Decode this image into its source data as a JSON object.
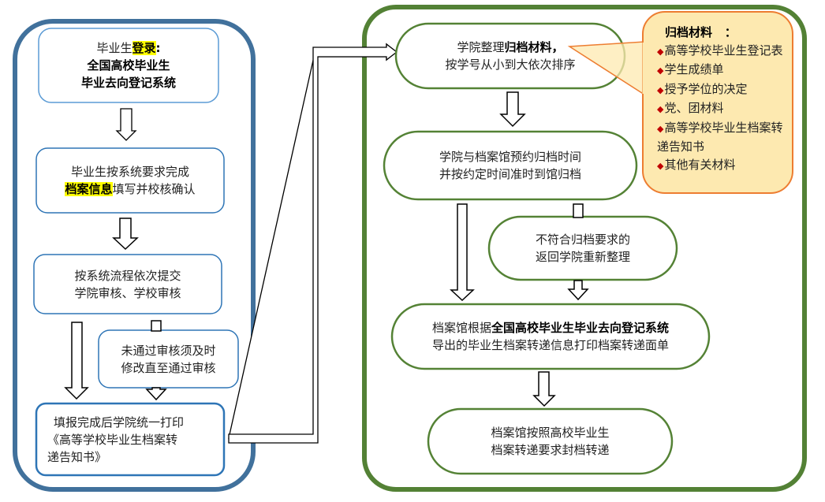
{
  "colors": {
    "left_panel_border": "#41719c",
    "left_box_border": "#2e75b6",
    "right_panel_border": "#538135",
    "ellipse_border": "#548235",
    "callout_fill": "#fde9b0",
    "callout_border": "#ed7d31",
    "highlight": "#ffff00",
    "bullet": "#c00000"
  },
  "left_panel": {
    "step1": {
      "prefix": "毕业生",
      "highlight": "登录",
      "suffix": ":",
      "line2": "全国高校毕业生",
      "line3": "毕业去向登记系统"
    },
    "step2": {
      "line1": "毕业生按系统要求完成",
      "highlight": "档案信息",
      "line2_suffix": "填写并校核确认"
    },
    "step3": {
      "line1": "按系统流程依次提交",
      "line2": "学院审核、学校审核"
    },
    "side_note": {
      "line1": "未通过审核须及时",
      "line2": "修改直至通过审核"
    },
    "step4": {
      "line1": "填报完成后学院统一打印",
      "line2": "《高等学校毕业生档案转",
      "line3": "递告知书》"
    }
  },
  "right_panel": {
    "step1": {
      "prefix": "学院整理",
      "bold": "归档材料",
      "suffix": "，",
      "line2": "按学号从小到大依次排序"
    },
    "step2": {
      "line1": "学院与档案馆预约归档时间",
      "line2": "并按约定时间准时到馆归档"
    },
    "reject_note": {
      "line1": "不符合归档要求的",
      "line2": "返回学院重新整理"
    },
    "step3": {
      "prefix": "档案馆根据",
      "bold": "全国高校毕业生毕业去向登记系统",
      "line2": "导出的毕业生档案转递信息打印档案转递面单"
    },
    "step4": {
      "line1": "档案馆按照高校毕业生",
      "line2": "档案转递要求封档转递"
    }
  },
  "callout": {
    "title": "归档材料",
    "title_suffix": "：",
    "bullet_icon": "diamond-bullet",
    "items": [
      "高等学校毕业生登记表",
      "学生成绩单",
      "授予学位的决定",
      "党、团材料",
      "高等学校毕业生档案转递告知书",
      "其他有关材料"
    ]
  }
}
